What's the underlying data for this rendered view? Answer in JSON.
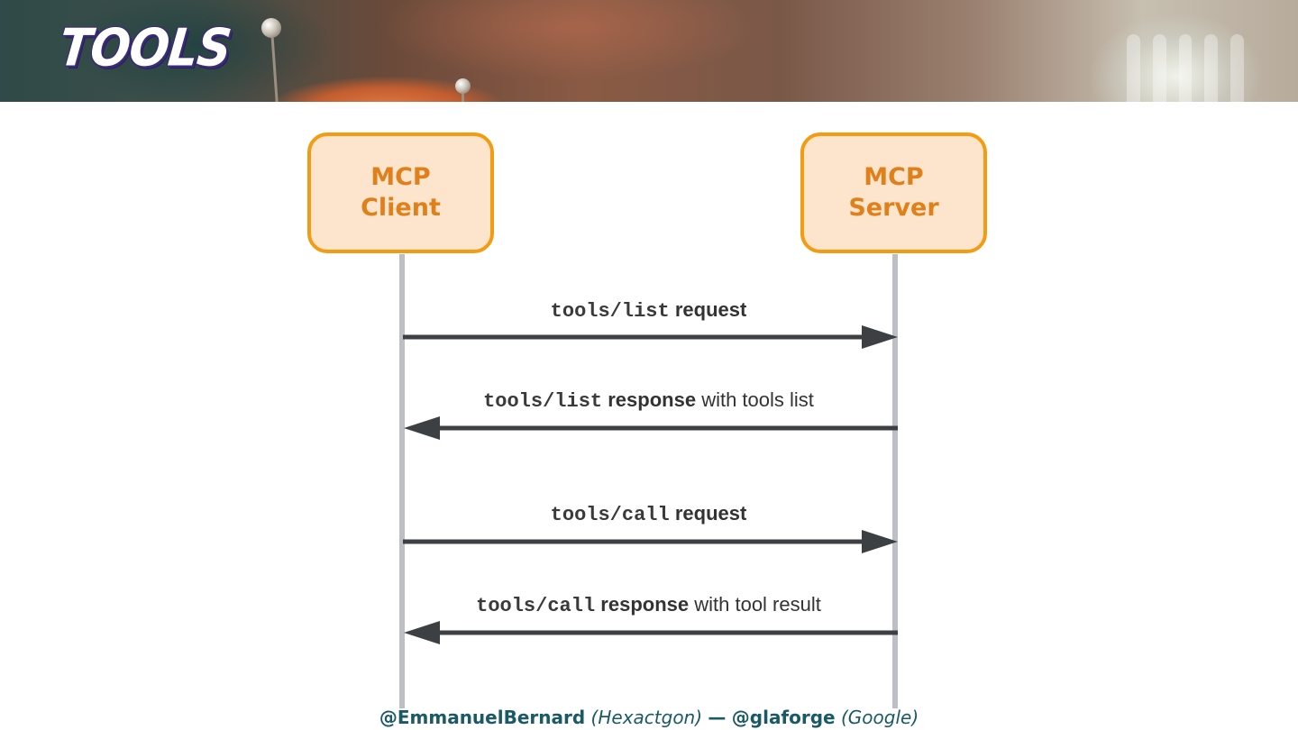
{
  "header": {
    "title": "TOOLS"
  },
  "actors": {
    "client": {
      "line1": "MCP",
      "line2": "Client"
    },
    "server": {
      "line1": "MCP",
      "line2": "Server"
    }
  },
  "messages": [
    {
      "direction": "client-to-server",
      "code": "tools/list",
      "bold": "request",
      "rest": ""
    },
    {
      "direction": "server-to-client",
      "code": "tools/list",
      "bold": "response",
      "rest": "with tools list"
    },
    {
      "direction": "client-to-server",
      "code": "tools/call",
      "bold": "request",
      "rest": ""
    },
    {
      "direction": "server-to-client",
      "code": "tools/call",
      "bold": "response",
      "rest": "with tool result"
    }
  ],
  "footer": {
    "author1": "@EmmanuelBernard",
    "org1": "(Hexactgon)",
    "separator": "—",
    "author2": "@glaforge",
    "org2": "(Google)"
  },
  "colors": {
    "actor_border": "#f39c12",
    "actor_fill": "#fce5cc",
    "actor_text": "#e0801a",
    "lifeline": "#bcc0c4",
    "arrow": "#3d4043",
    "footer_text": "#1a5a66"
  }
}
